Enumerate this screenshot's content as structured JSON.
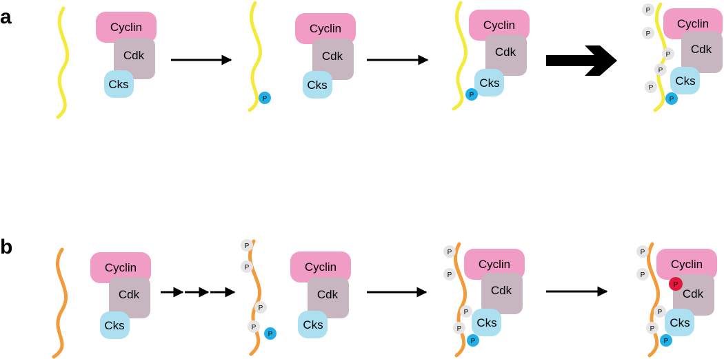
{
  "panels": {
    "a": {
      "label": "a"
    },
    "b": {
      "label": "b"
    }
  },
  "proteins": {
    "cyclin": "Cyclin",
    "cdk": "Cdk",
    "cks": "Cks"
  },
  "phosphate_label": "P",
  "colors": {
    "substrate_a": "#f4ea3a",
    "substrate_b": "#f39a3a",
    "cyclin": "#f19cc4",
    "cdk": "#c7b6bf",
    "cks": "#acdff0",
    "docking_phosphate": "#1fb0e6",
    "phosphate_grey": "#e5e5e5",
    "inhibitory_phosphate": "#e2173b",
    "arrow": "#000000"
  }
}
